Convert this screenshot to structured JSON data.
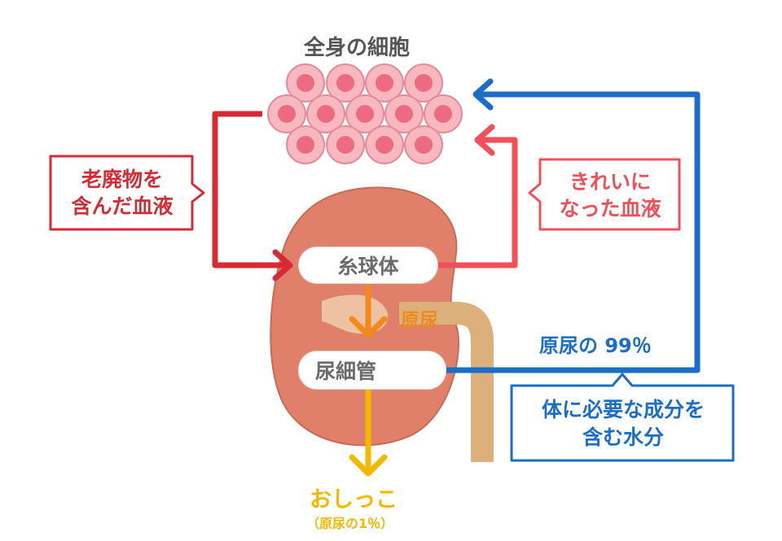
{
  "title": "全身の細胞",
  "left_note": {
    "line1": "老廃物を",
    "line2": "含んだ血液"
  },
  "right_note": {
    "line1": "きれいに",
    "line2": "なった血液"
  },
  "glomerulus": "糸球体",
  "tubule": "尿細管",
  "primary_urine": "原尿",
  "reabsorb_label": "原尿の 99％",
  "water_note": {
    "line1": "体に必要な成分を",
    "line2": "含む水分"
  },
  "urine": {
    "label": "おしっこ",
    "sub": "（原尿の1％）"
  },
  "colors": {
    "dark_red": "#d62b35",
    "pink_red": "#f0505a",
    "blue": "#1a6ec8",
    "orange": "#f08a1c",
    "yellow": "#f5b800",
    "kidney": "#e0806a",
    "ureter": "#dcb07a",
    "cell_outer": "#f7b8c0",
    "cell_inner": "#ec6b82",
    "reabsorb_icon": "#3aaa5a"
  }
}
